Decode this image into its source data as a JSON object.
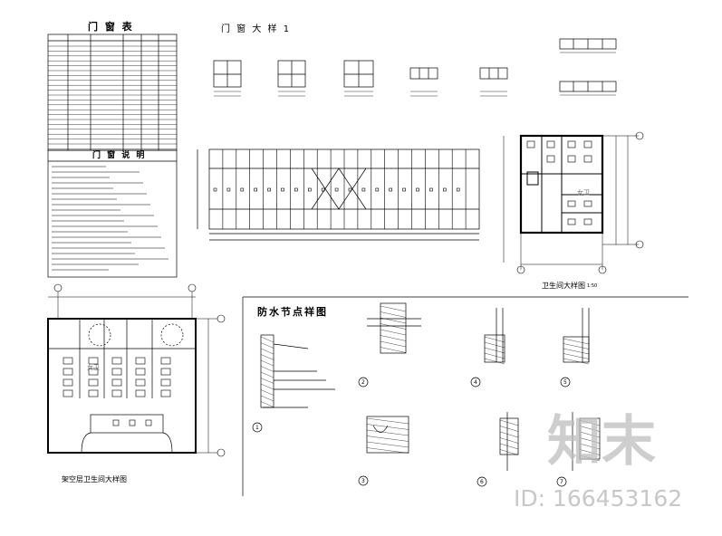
{
  "titles": {
    "door_window_table": "门 窗 表",
    "door_window_details": "门 窗 大 样 1",
    "door_window_notes": "门 窗 说 明",
    "waterproof_details": "防水节点祥图",
    "toilet_plan": "卫生间大样图",
    "ground_floor_toilet": "架空层卫生间大样图"
  },
  "toilet_room_labels": [
    "女卫",
    "女卫"
  ],
  "toilet_scale": "1:50",
  "callout_numbers": [
    "1",
    "2",
    "3",
    "4",
    "5",
    "6",
    "7"
  ],
  "watermark": {
    "logo_text": "知末",
    "id_text": "ID: 166453162"
  }
}
